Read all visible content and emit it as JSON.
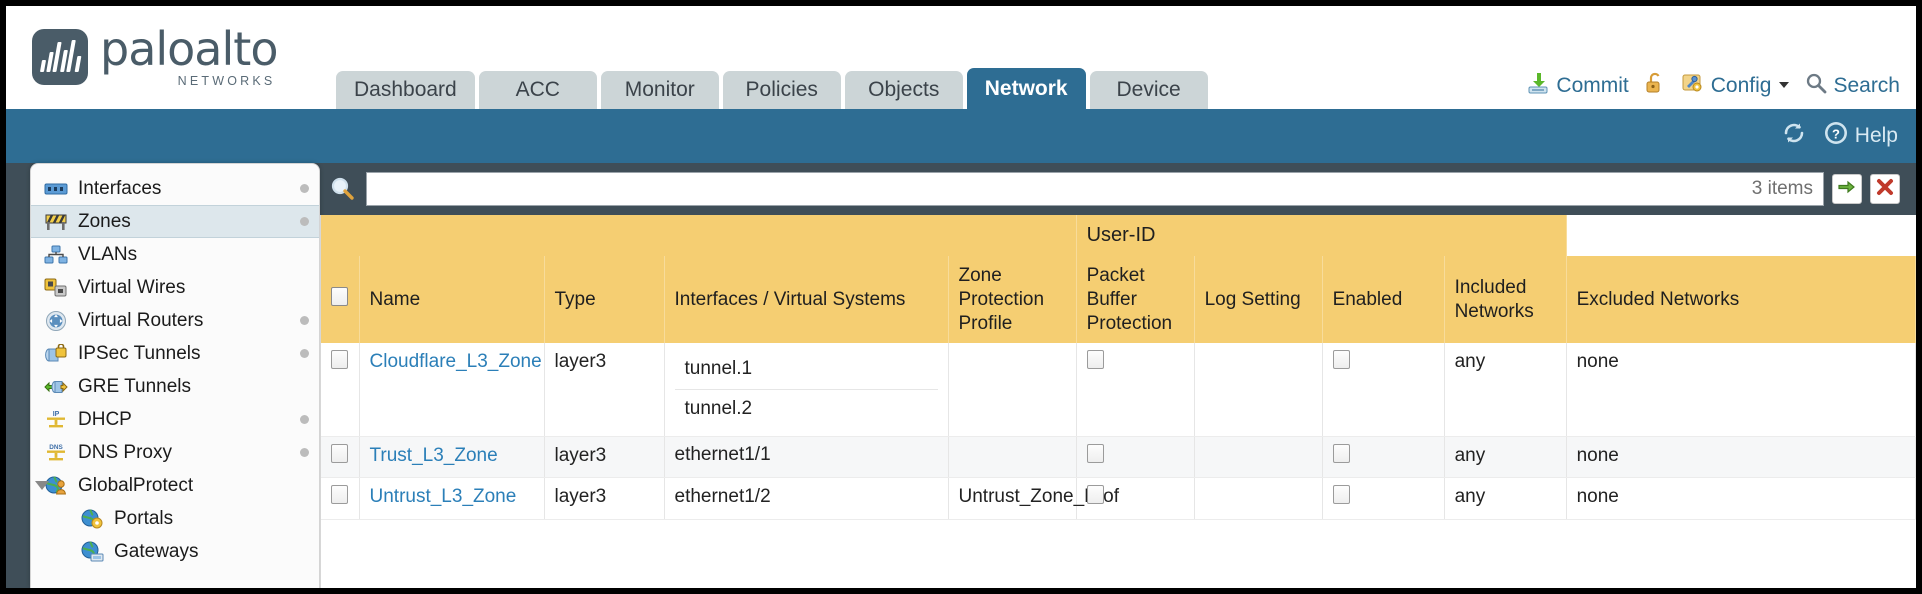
{
  "brand": {
    "name": "paloalto",
    "subtitle": "NETWORKS",
    "trademark": "®"
  },
  "nav": {
    "tabs": [
      {
        "label": "Dashboard",
        "active": false
      },
      {
        "label": "ACC",
        "active": false
      },
      {
        "label": "Monitor",
        "active": false
      },
      {
        "label": "Policies",
        "active": false
      },
      {
        "label": "Objects",
        "active": false
      },
      {
        "label": "Network",
        "active": true
      },
      {
        "label": "Device",
        "active": false
      }
    ]
  },
  "top_actions": {
    "commit": "Commit",
    "config": "Config",
    "search": "Search",
    "lock_icon": "unlock-icon",
    "commit_icon": "commit-download-icon",
    "config_icon": "config-wrench-icon",
    "search_icon": "magnifier-icon",
    "dropdown_icon": "chevron-down-icon"
  },
  "band": {
    "refresh_icon": "refresh-icon",
    "help_label": "Help",
    "help_icon": "help-question-icon"
  },
  "sidebar": {
    "items": [
      {
        "label": "Interfaces",
        "icon": "interfaces-icon",
        "dot": true,
        "child": false,
        "selected": false,
        "caret": false
      },
      {
        "label": "Zones",
        "icon": "zones-barrier-icon",
        "dot": true,
        "child": false,
        "selected": true,
        "caret": false
      },
      {
        "label": "VLANs",
        "icon": "vlans-icon",
        "dot": false,
        "child": false,
        "selected": false,
        "caret": false
      },
      {
        "label": "Virtual Wires",
        "icon": "virtual-wires-icon",
        "dot": false,
        "child": false,
        "selected": false,
        "caret": false
      },
      {
        "label": "Virtual Routers",
        "icon": "virtual-routers-icon",
        "dot": true,
        "child": false,
        "selected": false,
        "caret": false
      },
      {
        "label": "IPSec Tunnels",
        "icon": "ipsec-tunnels-icon",
        "dot": true,
        "child": false,
        "selected": false,
        "caret": false
      },
      {
        "label": "GRE Tunnels",
        "icon": "gre-tunnels-icon",
        "dot": false,
        "child": false,
        "selected": false,
        "caret": false
      },
      {
        "label": "DHCP",
        "icon": "dhcp-icon",
        "dot": true,
        "child": false,
        "selected": false,
        "caret": false
      },
      {
        "label": "DNS Proxy",
        "icon": "dns-proxy-icon",
        "dot": true,
        "child": false,
        "selected": false,
        "caret": false
      },
      {
        "label": "GlobalProtect",
        "icon": "globalprotect-icon",
        "dot": false,
        "child": false,
        "selected": false,
        "caret": true
      },
      {
        "label": "Portals",
        "icon": "portals-icon",
        "dot": false,
        "child": true,
        "selected": false,
        "caret": false
      },
      {
        "label": "Gateways",
        "icon": "gateways-icon",
        "dot": false,
        "child": true,
        "selected": false,
        "caret": false
      }
    ]
  },
  "search": {
    "value": "",
    "placeholder": "",
    "items_count": "3 items",
    "apply_icon": "green-arrow-apply-icon",
    "clear_icon": "red-x-clear-icon",
    "magnifier_icon": "search-magnifier-icon"
  },
  "table": {
    "group_header": "User-ID",
    "columns": [
      "Name",
      "Type",
      "Interfaces / Virtual Systems",
      "Zone Protection Profile",
      "Packet Buffer Protection",
      "Log Setting",
      "Enabled",
      "Included Networks",
      "Excluded Networks"
    ],
    "rows": [
      {
        "name": "Cloudflare_L3_Zone",
        "type": "layer3",
        "interfaces": [
          "tunnel.1",
          "tunnel.2"
        ],
        "zone_protection_profile": "",
        "packet_buffer_protection": false,
        "log_setting": "",
        "user_id_enabled": false,
        "included_networks": "any",
        "excluded_networks": "none"
      },
      {
        "name": "Trust_L3_Zone",
        "type": "layer3",
        "interfaces": [
          "ethernet1/1"
        ],
        "zone_protection_profile": "",
        "packet_buffer_protection": false,
        "log_setting": "",
        "user_id_enabled": false,
        "included_networks": "any",
        "excluded_networks": "none"
      },
      {
        "name": "Untrust_L3_Zone",
        "type": "layer3",
        "interfaces": [
          "ethernet1/2"
        ],
        "zone_protection_profile": "Untrust_Zone_Prof",
        "packet_buffer_protection": false,
        "log_setting": "",
        "user_id_enabled": false,
        "included_networks": "any",
        "excluded_networks": "none"
      }
    ]
  },
  "colors": {
    "brand_blue": "#2e6d93",
    "header_amber": "#f5ce72",
    "group_amber": "#e2b64e",
    "link_blue": "#2b7fb8",
    "body_slate": "#3f4e58"
  }
}
